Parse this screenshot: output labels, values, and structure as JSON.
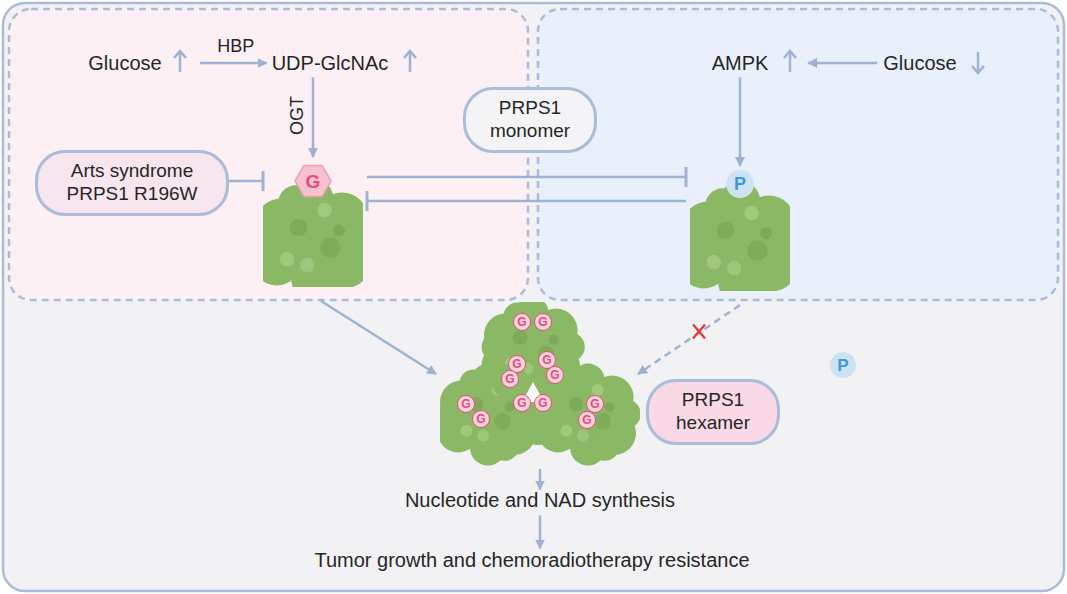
{
  "diagram": {
    "nodes": [
      {
        "text": [
          "Glucose"
        ]
      },
      {
        "text": [
          "UDP-GlcNAc"
        ]
      },
      {
        "text": [
          "Arts syndrome PRPS1 R196W"
        ]
      },
      {
        "text": [
          "G"
        ]
      },
      {
        "text": [
          "PRPS1 monomer"
        ]
      },
      {
        "text": [
          "AMPK"
        ]
      },
      {
        "text": [
          "Glucose"
        ]
      },
      {
        "text": [
          "P"
        ]
      },
      {
        "text": [
          "G",
          "G",
          "G",
          "G",
          "G",
          "G",
          "G",
          "G",
          "G",
          "G",
          "G",
          "G"
        ]
      },
      {
        "text": [
          "PRPS1 hexamer"
        ]
      },
      {
        "text": [
          "P"
        ]
      },
      {
        "text": [
          "Nucleotide and NAD synthesis"
        ]
      },
      {
        "text": [
          "Tumor growth and chemoradiotherapy resistance"
        ]
      }
    ],
    "edges": [
      {
        "from": 0,
        "to": 1,
        "label": "HBP",
        "arrow": "to"
      },
      {
        "from": 1,
        "to": 3,
        "label": "OGT",
        "arrow": "to"
      },
      {
        "from": 2,
        "to": 3,
        "arrow": "to"
      },
      {
        "from": 3,
        "to": 7,
        "arrow": "to"
      },
      {
        "from": 7,
        "to": 3,
        "arrow": "to"
      },
      {
        "from": 6,
        "to": 5,
        "arrow": "to"
      },
      {
        "from": 5,
        "to": 7,
        "arrow": "to"
      },
      {
        "from": 3,
        "to": 8,
        "arrow": "to"
      },
      {
        "from": 7,
        "to": 8,
        "arrow": "to"
      },
      {
        "from": 8,
        "to": 11,
        "arrow": "to"
      },
      {
        "from": 11,
        "to": 12,
        "arrow": "to"
      }
    ]
  }
}
